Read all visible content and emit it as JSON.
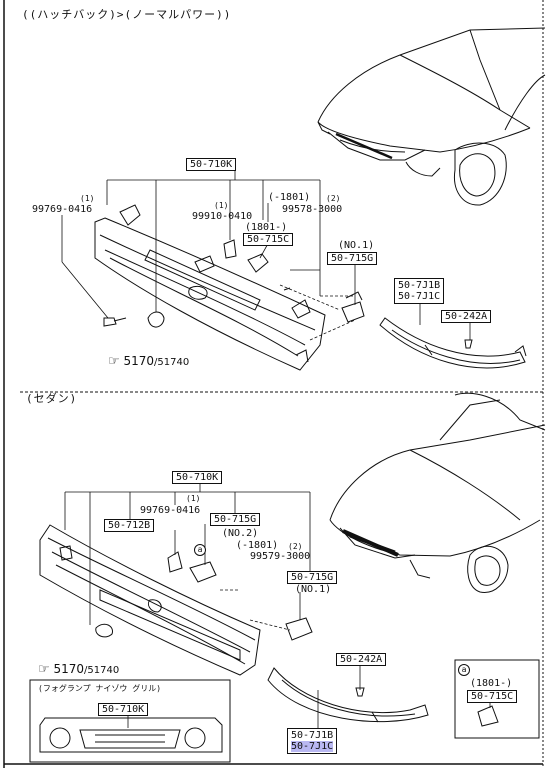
{
  "sections": {
    "hatchback": "((ハッチバック)>(ノーマルパワー))",
    "sedan": "(セダン)"
  },
  "top": {
    "main_part": "50-710K",
    "screw": {
      "num": "99769-0416",
      "qty": "(1)"
    },
    "clip": {
      "num": "99910-0410",
      "qty": "(1)"
    },
    "date_range_a": "(-1801)",
    "bolt": {
      "num": "99578-3000",
      "qty": "(2)"
    },
    "date_range_b": "(1801-)",
    "clip_part": "50-715C",
    "no1": "(NO.1)",
    "bracket": "50-715G",
    "molding_a": "50-7J1B",
    "molding_b": "50-7J1C",
    "nut": "50-242A",
    "ref_main": "5170",
    "ref_sub": "/51740"
  },
  "bottom": {
    "main_part": "50-710K",
    "screw": {
      "num": "99769-0416",
      "qty": "(1)"
    },
    "left_bracket": "50-712B",
    "bracket_top": "50-715G",
    "no2": "(NO.2)",
    "date_range_a": "(-1801)",
    "bolt": {
      "num": "99579-3000",
      "qty": "(2)"
    },
    "circle_a": "a",
    "bracket_no1": "50-715G",
    "no1": "(NO.1)",
    "ref_main": "5170",
    "ref_sub": "/51740",
    "nut": "50-242A",
    "molding_a": "50-7J1B",
    "molding_b": "50-7J1C",
    "inset_fog": {
      "title": "(フォグランプ ナイゾウ グリル)",
      "part": "50-710K"
    },
    "inset_a": {
      "circle": "a",
      "date": "(1801-)",
      "part": "50-715C"
    }
  }
}
